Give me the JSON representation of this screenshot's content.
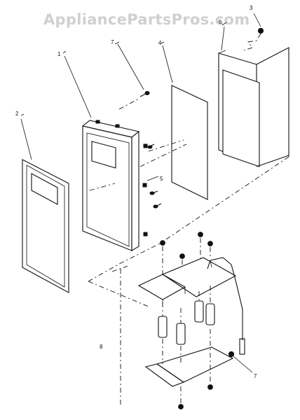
{
  "watermark": "AppliancePartsPros.com",
  "callouts": {
    "c1": "1",
    "c2": "2",
    "c3": "3",
    "c4": "4",
    "c5": "5",
    "c6": "6",
    "c7a": "7",
    "c7b": "7",
    "c8": "8"
  },
  "colors": {
    "ink": "#111111",
    "watermark": "#d0d0d0",
    "background": "#ffffff"
  }
}
